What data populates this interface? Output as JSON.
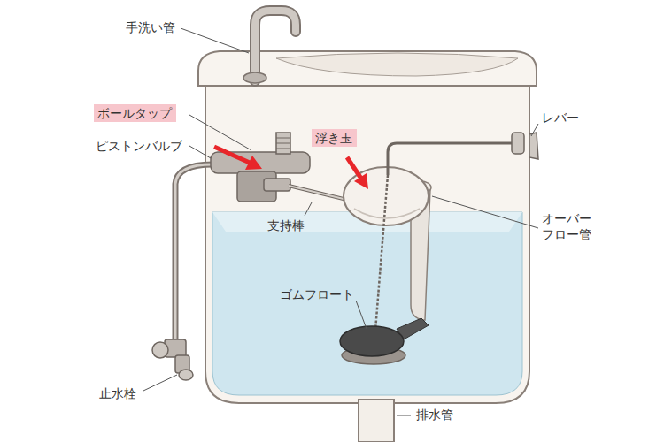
{
  "diagram": {
    "nodes": [
      {
        "text": [
          "ボールタップ"
        ]
      },
      {
        "text": [
          "浮き玉"
        ]
      }
    ],
    "labels": [
      "手洗い管",
      "ピストンバルブ",
      "レバー",
      "支持棒",
      "オーバー フロー管",
      "ゴムフロート",
      "止水栓",
      "排水管"
    ]
  }
}
